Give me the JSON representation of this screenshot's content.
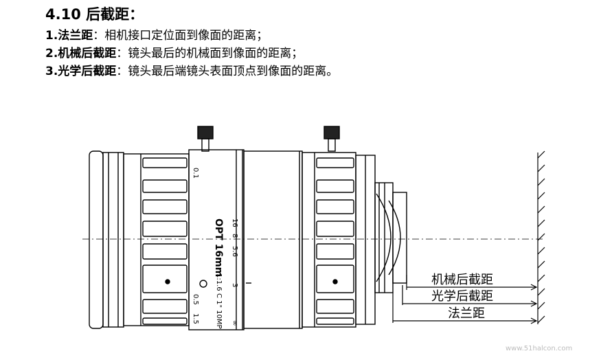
{
  "heading": {
    "number": "4.10",
    "title": "后截距："
  },
  "definitions": [
    {
      "index": "1.",
      "term": "法兰距",
      "colon": "：",
      "desc": "相机接口定位面到像面的距离；"
    },
    {
      "index": "2.",
      "term": "机械后截距",
      "colon": "：",
      "desc": "镜头最后的机械面到像面的距离；"
    },
    {
      "index": "3.",
      "term": "光学后截距",
      "colon": "：",
      "desc": "镜头最后端镜头表面顶点到像面的距离。"
    }
  ],
  "diagram": {
    "labels": {
      "mechanical": "机械后截距",
      "optical": "光学后截距",
      "flange": "法兰距"
    },
    "lens_markings": {
      "brand": "OPT 16mm",
      "spec": "1:1.6 C 1\" 10MP",
      "aperture_scale": [
        "16",
        "8",
        "5.6"
      ],
      "focus_top": "0.1",
      "focus_mid": "3",
      "focus_low": "0.5",
      "focus_bottom": "1.5",
      "focus_inf": "∞"
    },
    "watermark": "www.51halcon.com"
  }
}
